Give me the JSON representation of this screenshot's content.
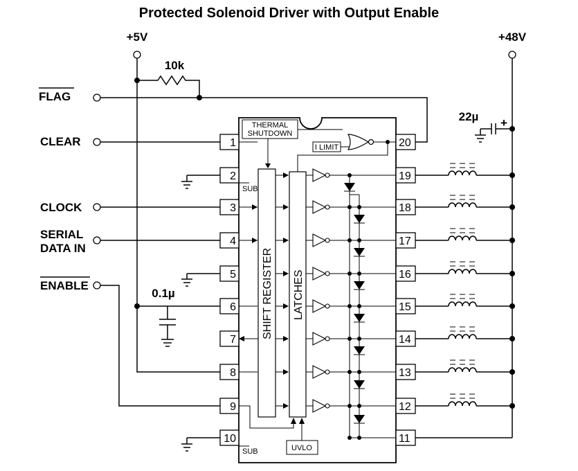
{
  "title": "Protected Solenoid Driver with Output Enable",
  "supplies": {
    "v5": "+5V",
    "v48": "+48V"
  },
  "components": {
    "resistor": "10k",
    "cap_small": "0.1µ",
    "cap_bulk": "22µ",
    "cap_polarity": "+"
  },
  "signals": {
    "flag": "FLAG",
    "clear": "CLEAR",
    "clock": "CLOCK",
    "serial_line1": "SERIAL",
    "serial_line2": "DATA IN",
    "enable": "ENABLE"
  },
  "chip": {
    "thermal_line1": "THERMAL",
    "thermal_line2": "SHUTDOWN",
    "ilimit": "I LIMIT",
    "shift_register": "SHIFT REGISTER",
    "latches": "LATCHES",
    "uvlo": "UVLO",
    "sub": "SUB",
    "left_pins": [
      "1",
      "2",
      "3",
      "4",
      "5",
      "6",
      "7",
      "8",
      "9",
      "10"
    ],
    "right_pins": [
      "20",
      "19",
      "18",
      "17",
      "16",
      "15",
      "14",
      "13",
      "12",
      "11"
    ]
  }
}
